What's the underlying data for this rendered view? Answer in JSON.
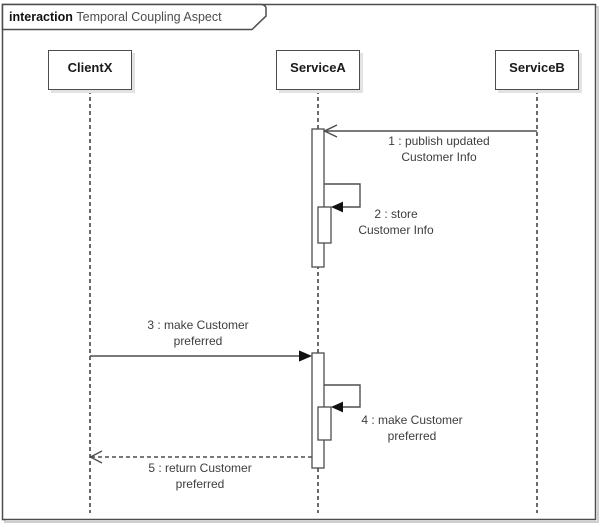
{
  "diagram": {
    "frame_keyword": "interaction",
    "frame_title": "Temporal Coupling Aspect"
  },
  "lifelines": [
    {
      "label": "ClientX"
    },
    {
      "label": "ServiceA"
    },
    {
      "label": "ServiceB"
    }
  ],
  "messages": [
    {
      "num": "1",
      "line1": "1 : publish updated",
      "line2": "Customer Info",
      "from": "ServiceB",
      "to": "ServiceA",
      "arrow": "open",
      "line_style": "solid"
    },
    {
      "num": "2",
      "line1": "2 : store",
      "line2": "Customer Info",
      "from": "ServiceA",
      "to": "ServiceA",
      "arrow": "filled",
      "line_style": "self-call"
    },
    {
      "num": "3",
      "line1": "3 : make Customer",
      "line2": "preferred",
      "from": "ClientX",
      "to": "ServiceA",
      "arrow": "filled",
      "line_style": "solid"
    },
    {
      "num": "4",
      "line1": "4 : make Customer",
      "line2": "preferred",
      "from": "ServiceA",
      "to": "ServiceA",
      "arrow": "filled",
      "line_style": "self-call"
    },
    {
      "num": "5",
      "line1": "5 : return Customer",
      "line2": "preferred",
      "from": "ServiceA",
      "to": "ClientX",
      "arrow": "open",
      "line_style": "dashed-return"
    }
  ],
  "colors": {
    "frame_border": "#4d4d4d",
    "message_line": "#4f4f4f",
    "lifeline": "#1a1a1a",
    "text": "#3d3d3d",
    "box_shadow": "#e3e3e3",
    "background": "#ffffff"
  }
}
